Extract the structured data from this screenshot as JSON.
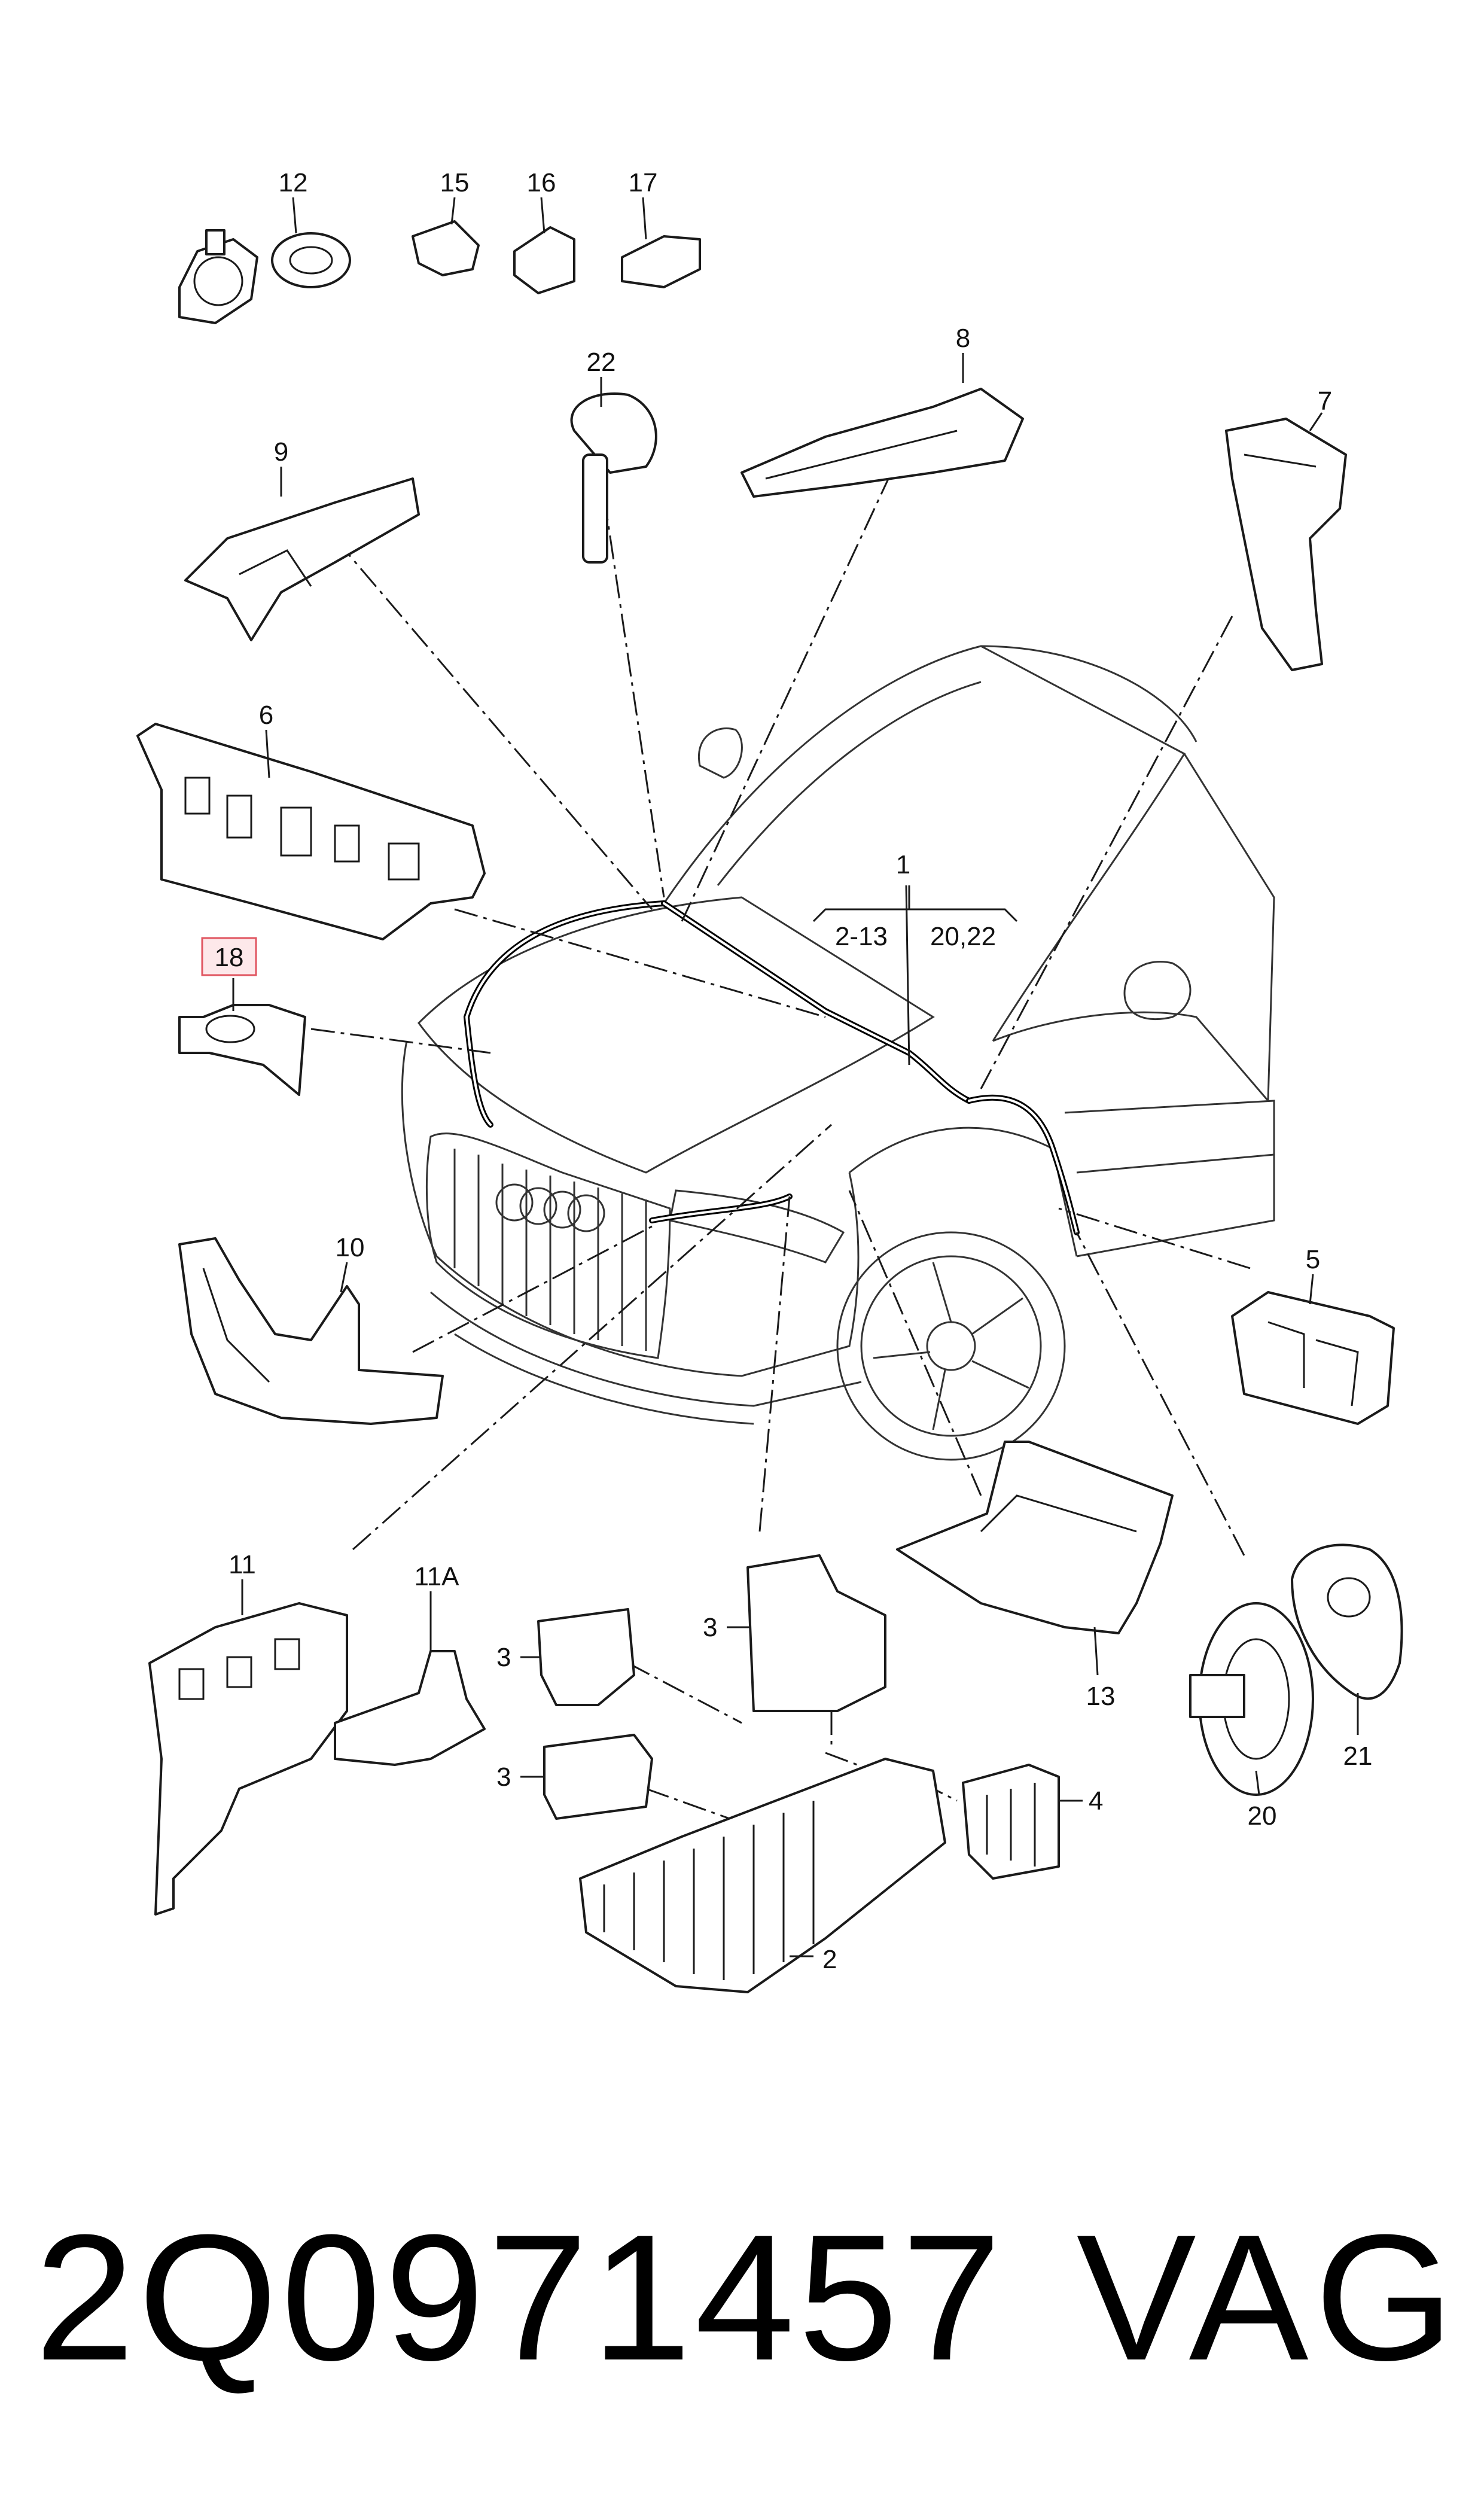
{
  "diagram": {
    "callouts": {
      "c1": "1",
      "c1_range_a": "2-13",
      "c1_range_b": "20,22",
      "c2": "2",
      "c3a": "3",
      "c3b": "3",
      "c3c": "3",
      "c4": "4",
      "c5": "5",
      "c6": "6",
      "c7": "7",
      "c8": "8",
      "c9": "9",
      "c10": "10",
      "c11": "11",
      "c11a": "11A",
      "c12": "12",
      "c13": "13",
      "c15": "15",
      "c16": "16",
      "c17": "17",
      "c18": "18",
      "c20": "20",
      "c21": "21",
      "c22": "22"
    },
    "highlighted_callout": "18",
    "highlight_color": "#e05560"
  },
  "footer": {
    "part_number": "2Q0971457",
    "brand": "VAG"
  }
}
